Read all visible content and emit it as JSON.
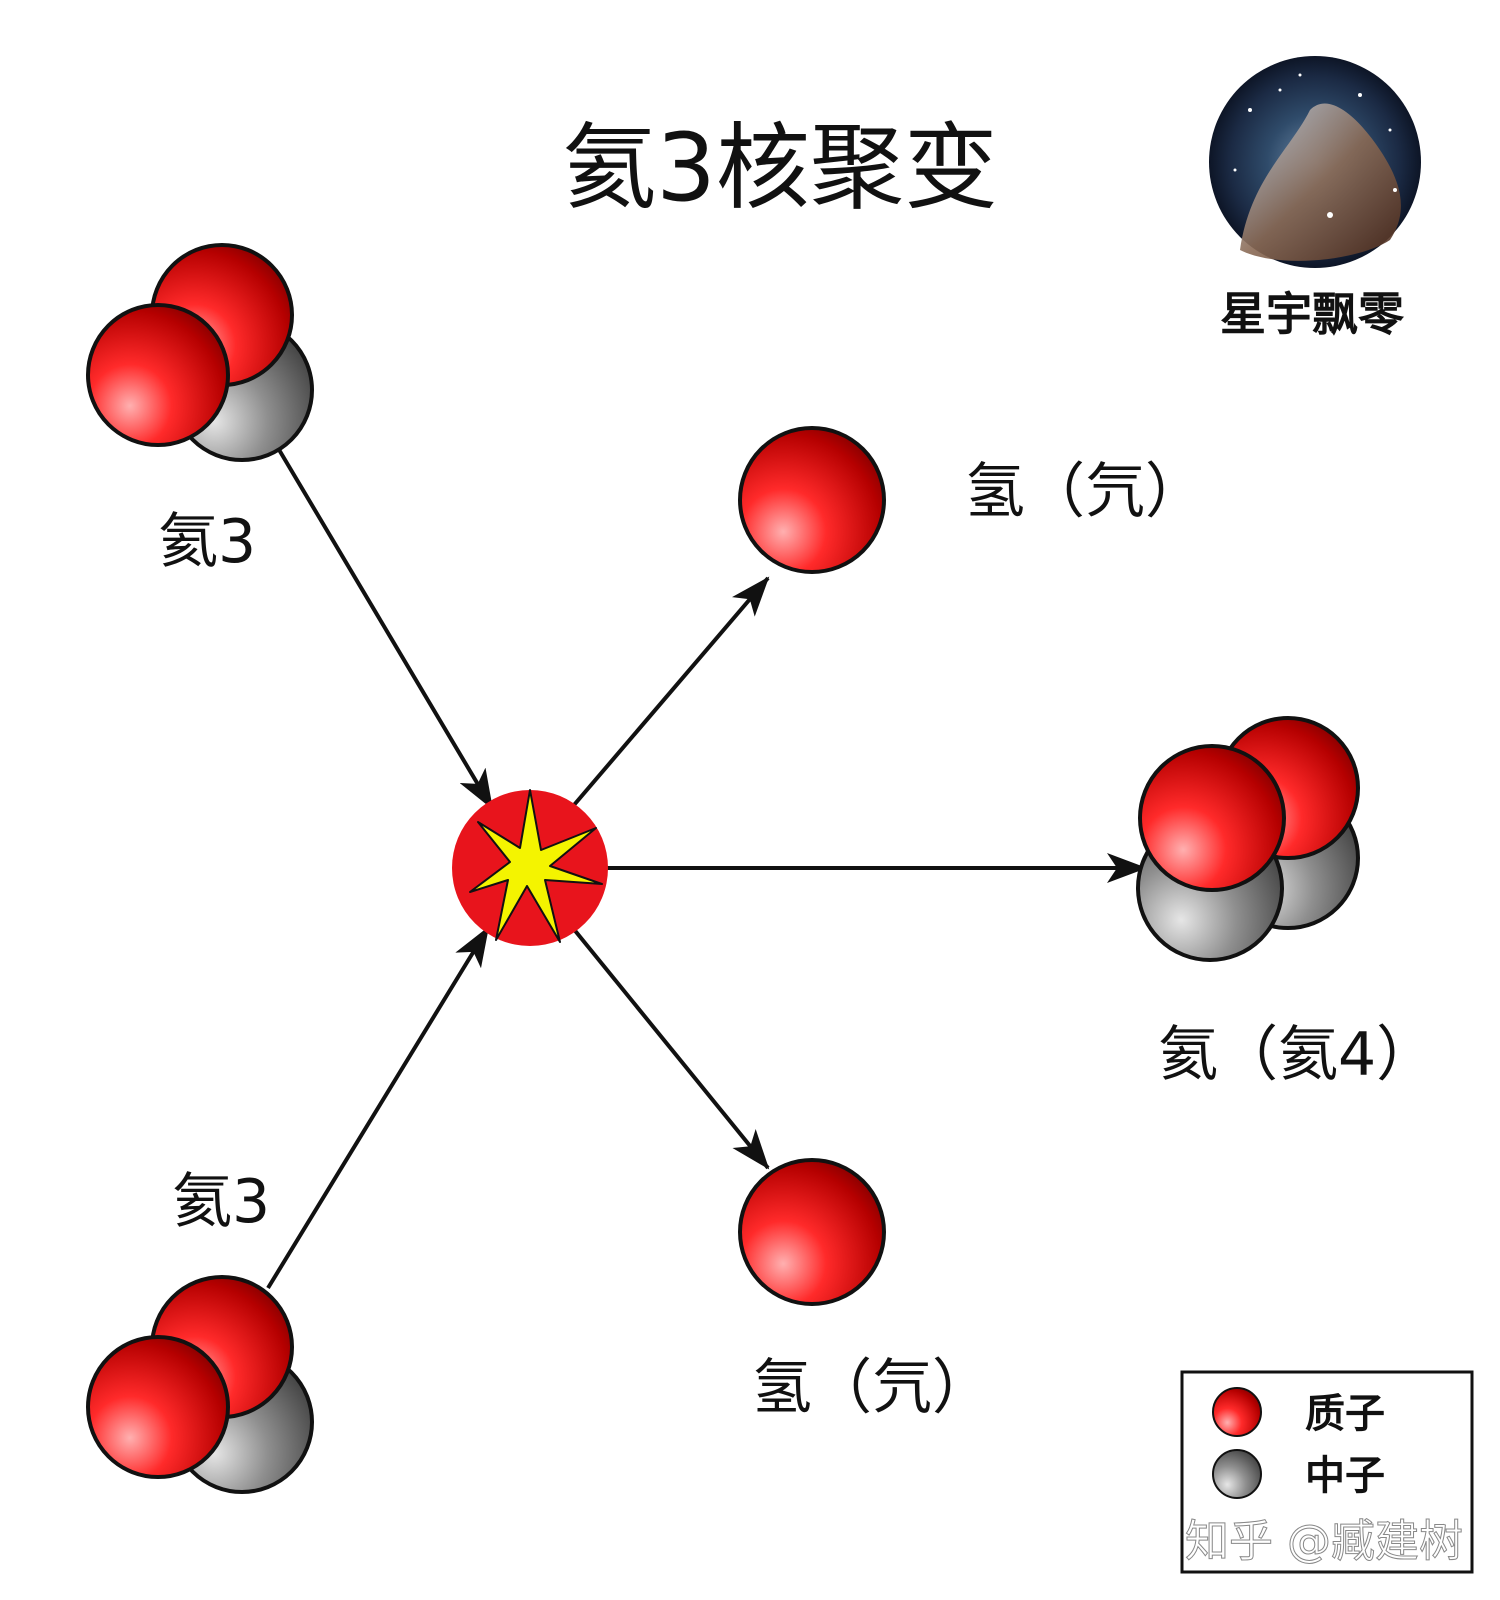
{
  "title": "氦3核聚变",
  "brand": "星宇飘零",
  "labels": {
    "he3_top": "氦3",
    "he3_bottom": "氦3",
    "h_top": "氢（氕）",
    "h_bottom": "氢（氕）",
    "he4": "氦（氦4）"
  },
  "legend": {
    "proton": "质子",
    "neutron": "中子"
  },
  "watermark": "知乎 @臧建树",
  "colors": {
    "proton": "#e8141c",
    "neutron": "#8a8a8a",
    "flash": "#f4f400"
  }
}
